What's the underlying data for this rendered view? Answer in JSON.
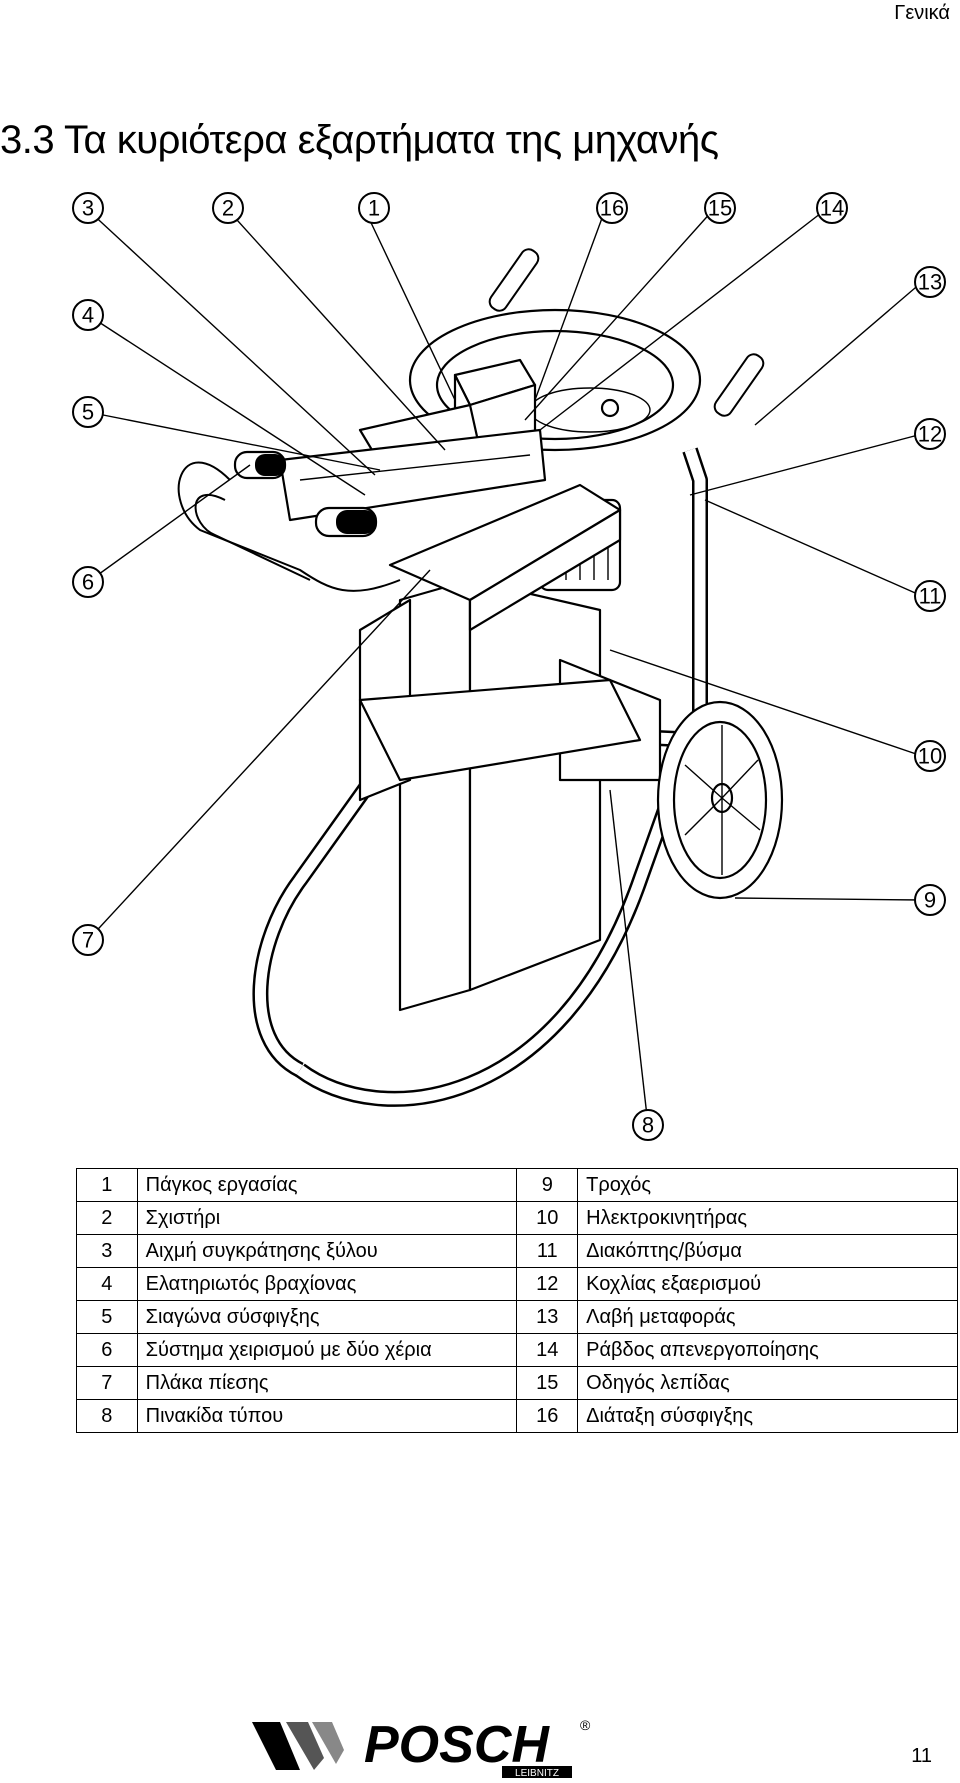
{
  "header": {
    "section_label": "Γενικά"
  },
  "title": "3.3 Τα κυριότερα εξαρτήματα της μηχανής",
  "diagram": {
    "callouts": [
      "1",
      "2",
      "3",
      "4",
      "5",
      "6",
      "7",
      "8",
      "9",
      "10",
      "11",
      "12",
      "13",
      "14",
      "15",
      "16"
    ]
  },
  "legend": {
    "rows": [
      {
        "left_num": "1",
        "left_label": "Πάγκος εργασίας",
        "right_num": "9",
        "right_label": "Τροχός"
      },
      {
        "left_num": "2",
        "left_label": "Σχιστήρι",
        "right_num": "10",
        "right_label": "Ηλεκτροκινητήρας"
      },
      {
        "left_num": "3",
        "left_label": "Αιχμή συγκράτησης ξύλου",
        "right_num": "11",
        "right_label": "Διακόπτης/βύσμα"
      },
      {
        "left_num": "4",
        "left_label": "Ελατηριωτός βραχίονας",
        "right_num": "12",
        "right_label": "Κοχλίας εξαερισμού"
      },
      {
        "left_num": "5",
        "left_label": "Σιαγώνα σύσφιγξης",
        "right_num": "13",
        "right_label": "Λαβή μεταφοράς"
      },
      {
        "left_num": "6",
        "left_label": "Σύστημα χειρισμού με δύο χέρια",
        "right_num": "14",
        "right_label": "Ράβδος απενεργοποίησης"
      },
      {
        "left_num": "7",
        "left_label": "Πλάκα πίεσης",
        "right_num": "15",
        "right_label": "Οδηγός λεπίδας"
      },
      {
        "left_num": "8",
        "left_label": "Πινακίδα τύπου",
        "right_num": "16",
        "right_label": "Διάταξη σύσφιγξης"
      }
    ]
  },
  "footer": {
    "brand": "POSCH",
    "brand_sub": "LEIBNITZ",
    "registered_mark": "®",
    "page_number": "11"
  }
}
